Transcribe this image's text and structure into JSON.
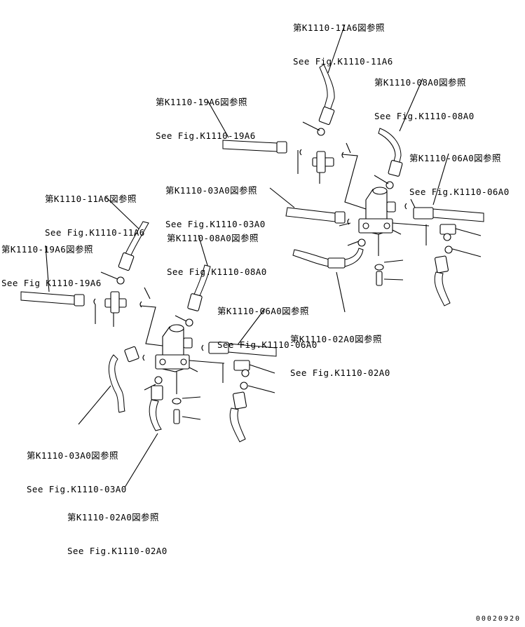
{
  "references": [
    {
      "id": "r1",
      "jp": "第K1110-11A6図参照",
      "en": "See Fig.K1110-11A6"
    },
    {
      "id": "r2",
      "jp": "第K1110-08A0図参照",
      "en": "See Fig.K1110-08A0"
    },
    {
      "id": "r3",
      "jp": "第K1110-19A6図参照",
      "en": "See Fig.K1110-19A6"
    },
    {
      "id": "r4",
      "jp": "第K1110-06A0図参照",
      "en": "See Fig.K1110-06A0"
    },
    {
      "id": "r5",
      "jp": "第K1110-03A0図参照",
      "en": "See Fig.K1110-03A0"
    },
    {
      "id": "r6",
      "jp": "第K1110-11A6図参照",
      "en": "See Fig.K1110-11A6"
    },
    {
      "id": "r7",
      "jp": "第K1110-08A0図参照",
      "en": "See Fig.K1110-08A0"
    },
    {
      "id": "r8",
      "jp": "第K1110-19A6図参照",
      "en": "See Fig K1110-19A6"
    },
    {
      "id": "r9",
      "jp": "第K1110-06A0図参照",
      "en": "See Fig.K1110-06A0"
    },
    {
      "id": "r10",
      "jp": "第K1110-02A0図参照",
      "en": "See Fig.K1110-02A0"
    },
    {
      "id": "r11",
      "jp": "第K1110-03A0図参照",
      "en": "See Fig.K1110-03A0"
    },
    {
      "id": "r12",
      "jp": "第K1110-02A0図参照",
      "en": "See Fig.K1110-02A0"
    }
  ],
  "document_number": "00020920"
}
